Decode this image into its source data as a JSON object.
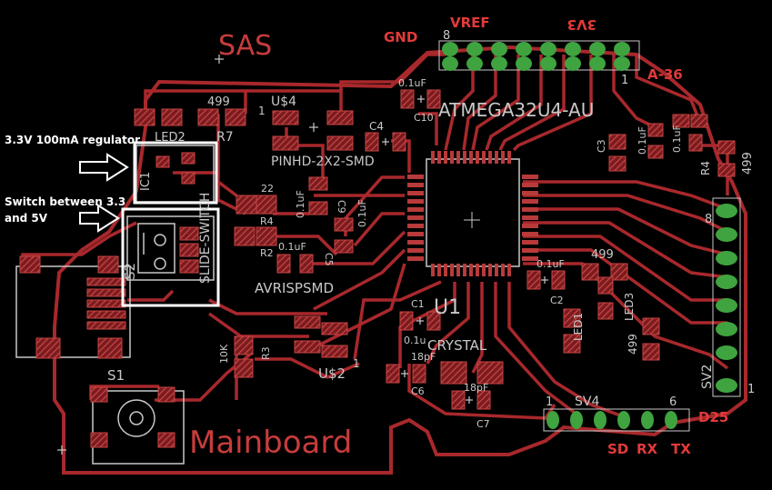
{
  "board": {
    "title": "SAS",
    "name": "Mainboard",
    "mcu": "ATMEGA32U4-AU",
    "mcu_ref": "U1",
    "crystal": "CRYSTAL",
    "u2": "U$2",
    "u4": "U$4",
    "pinhd": "PINHD-2X2-SMD",
    "avrisp": "AVRISPSMD",
    "a36": "A-36",
    "d25": "D25",
    "sv2": "SV2",
    "sv4": "SV4",
    "s1": "S1",
    "s2": "S2",
    "slide_switch": "SLIDE-SWITCH",
    "ic1": "IC1",
    "led1": "LED1",
    "led2": "LED2",
    "led3": "LED3",
    "r2": "R2",
    "r3": "R3",
    "r4": "R4",
    "r7": "R7",
    "c1": "C1",
    "c2": "C2",
    "c3": "C3",
    "c4": "C4",
    "c5": "C5",
    "c6": "C6",
    "c7": "C7",
    "c9": "C9",
    "c10": "C10",
    "r499_a": "499",
    "r499_b": "499",
    "r499_c": "499",
    "r499_d": "499",
    "r22": "22",
    "r10k": "10K",
    "c01_a": "0.1uF",
    "c01_b": "0.1uF",
    "c01_c": "0.1uF",
    "c01_d": "0.1uF",
    "c01_e": "0.1uF",
    "c01_f": "0.1uF",
    "c01_g": "0.1uF",
    "c18_a": "18pF",
    "c18_b": "18pF",
    "pin1_top": "1",
    "pin8_top": "8",
    "pin1_right": "1",
    "pin8_right": "8",
    "sv4_pin1": "1",
    "sv4_pin6": "6",
    "u4_pin1": "1",
    "u2_pin1": "1",
    "c1_val": "0.1u"
  },
  "header_top": {
    "gnd": "GND",
    "vref": "VREF",
    "v33": "3V3"
  },
  "header_bottom": {
    "sd": "SD",
    "rx": "RX",
    "tx": "TX"
  },
  "annotations": {
    "regulator": "3.3V 100mA regulator",
    "switch_line1": "Switch between 3.3",
    "switch_line2": "and 5V"
  },
  "colors": {
    "background": "#000000",
    "trace": "#a8282c",
    "pad": "#b83a3a",
    "via": "#3fa33f",
    "silkscreen": "#c8c8c8",
    "annotation": "#ffffff"
  }
}
